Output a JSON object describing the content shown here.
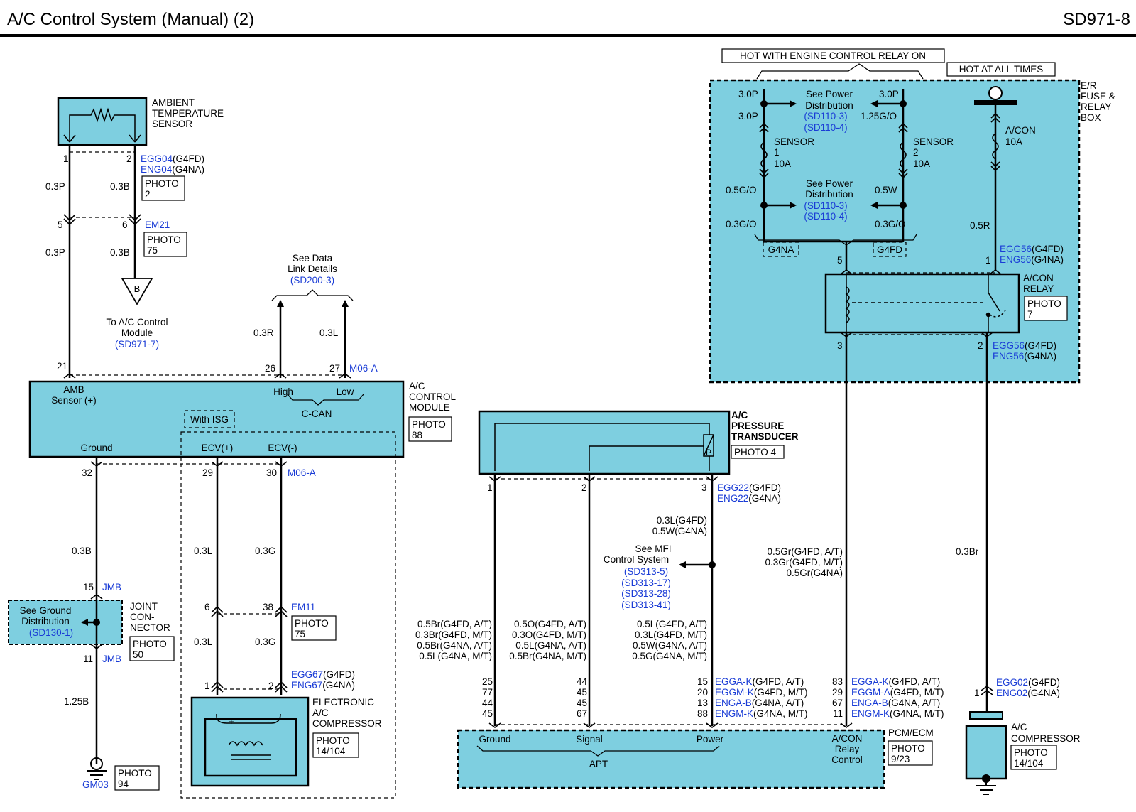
{
  "header": {
    "title": "A/C Control System (Manual)   (2)",
    "page_id": "SD971-8"
  },
  "colors": {
    "component_fill": "#7ecfe0",
    "link_blue": "#1a3cd6",
    "line": "#000000"
  },
  "amb_sensor": {
    "label_lines": [
      "AMBIENT",
      "TEMPERATURE",
      "SENSOR"
    ],
    "pin1": "1",
    "pin2": "2",
    "conn_code_1": "EGG04",
    "conn_variant_1": "(G4FD)",
    "conn_code_2": "ENG04",
    "conn_variant_2": "(G4NA)",
    "photo": [
      "PHOTO",
      "2"
    ],
    "wire1_top": "0.3P",
    "wire2_top": "0.3B",
    "pin5": "5",
    "pin6": "6",
    "conn_em21": "EM21",
    "photo_em21": [
      "PHOTO",
      "75"
    ],
    "wire1_bot": "0.3P",
    "wire2_bot": "0.3B"
  },
  "offpage_b": {
    "letter": "B",
    "text_lines": [
      "To A/C Control",
      "Module"
    ],
    "ref": "(SD971-7)"
  },
  "data_link": {
    "text_lines": [
      "See Data",
      "Link Details"
    ],
    "ref": "(SD200-3)",
    "wire_r": "0.3R",
    "wire_l": "0.3L",
    "pin26": "26",
    "pin27": "27",
    "conn": "M06-A"
  },
  "control_module": {
    "label_lines": [
      "A/C",
      "CONTROL",
      "MODULE"
    ],
    "photo": [
      "PHOTO",
      "88"
    ],
    "pin21": "21",
    "amb_label_lines": [
      "AMB",
      "Sensor (+)"
    ],
    "high": "High",
    "low": "Low",
    "ccan": "C-CAN",
    "with_isg": "With ISG",
    "ground": "Ground",
    "ecv_plus": "ECV(+)",
    "ecv_minus": "ECV(-)",
    "pin32": "32",
    "pin29": "29",
    "pin30": "30",
    "conn_bottom": "M06-A"
  },
  "ground_branch": {
    "wire1": "0.3B",
    "pin15": "15",
    "jmb1": "JMB",
    "see_lines": [
      "See Ground",
      "Distribution"
    ],
    "see_ref": "(SD130-1)",
    "joint_lines": [
      "JOINT",
      "CON-",
      "NECTOR"
    ],
    "photo": [
      "PHOTO",
      "50"
    ],
    "pin11": "11",
    "jmb2": "JMB",
    "wire2": "1.25B",
    "gm03": "GM03",
    "photo_gm": [
      "PHOTO",
      "94"
    ]
  },
  "ecv": {
    "wire_a": "0.3L",
    "wire_b": "0.3G",
    "pin6": "6",
    "pin38": "38",
    "em11": "EM11",
    "photo_em11": [
      "PHOTO",
      "75"
    ],
    "wire_c": "0.3L",
    "wire_d": "0.3G",
    "pin1": "1",
    "pin2": "2",
    "egg67": "EGG67",
    "egg67_var": "(G4FD)",
    "eng67": "ENG67",
    "eng67_var": "(G4NA)",
    "comp_lines": [
      "ELECTRONIC",
      "A/C",
      "COMPRESSOR"
    ],
    "photo": [
      "PHOTO",
      "14/104"
    ],
    "plus": "+",
    "minus": "-"
  },
  "transducer": {
    "label_lines": [
      "A/C",
      "PRESSURE",
      "TRANSDUCER"
    ],
    "photo": "PHOTO 4",
    "p": "P",
    "pin1": "1",
    "pin2": "2",
    "pin3": "3",
    "egg22": "EGG22",
    "egg22_var": "(G4FD)",
    "eng22": "ENG22",
    "eng22_var": "(G4NA)",
    "wire_p3": [
      "0.3L(G4FD)",
      "0.5W(G4NA)"
    ],
    "mfi_lines": [
      "See MFI",
      "Control System"
    ],
    "mfi_refs": [
      "(SD313-5)",
      "(SD313-17)",
      "(SD313-28)",
      "(SD313-41)"
    ],
    "wire_p1": [
      "0.5Br(G4FD, A/T)",
      "0.3Br(G4FD, M/T)",
      "0.5Br(G4NA, A/T)",
      "0.5L(G4NA, M/T)"
    ],
    "wire_p2": [
      "0.5O(G4FD, A/T)",
      "0.3O(G4FD, M/T)",
      "0.5L(G4NA, A/T)",
      "0.5Br(G4NA, M/T)"
    ],
    "wire_p3b": [
      "0.5L(G4FD, A/T)",
      "0.3L(G4FD, M/T)",
      "0.5W(G4NA, A/T)",
      "0.5G(G4NA, M/T)"
    ]
  },
  "pcm": {
    "pins_ground": [
      "25",
      "77",
      "44",
      "45"
    ],
    "pins_signal": [
      "44",
      "45",
      "45",
      "67"
    ],
    "pins_power": [
      "15",
      "20",
      "13",
      "88"
    ],
    "conn_power": [
      {
        "code": "EGGA-K",
        "var": "(G4FD, A/T)"
      },
      {
        "code": "EGGM-K",
        "var": "(G4FD, M/T)"
      },
      {
        "code": "ENGA-B",
        "var": "(G4NA, A/T)"
      },
      {
        "code": "ENGM-K",
        "var": "(G4NA, M/T)"
      }
    ],
    "pins_relay": [
      "83",
      "29",
      "67",
      "11"
    ],
    "conn_relay": [
      {
        "code": "EGGA-K",
        "var": "(G4FD, A/T)"
      },
      {
        "code": "EGGM-A",
        "var": "(G4FD, M/T)"
      },
      {
        "code": "ENGA-B",
        "var": "(G4NA, A/T)"
      },
      {
        "code": "ENGM-K",
        "var": "(G4NA, M/T)"
      }
    ],
    "ground": "Ground",
    "signal": "Signal",
    "power": "Power",
    "apt": "APT",
    "relay_lines": [
      "A/CON",
      "Relay",
      "Control"
    ],
    "label": "PCM/ECM",
    "photo": [
      "PHOTO",
      "9/23"
    ],
    "wire_relay": [
      "0.5Gr(G4FD, A/T)",
      "0.3Gr(G4FD, M/T)",
      "0.5Gr(G4NA)"
    ]
  },
  "fuse_box": {
    "hot_engine": "HOT WITH ENGINE CONTROL RELAY ON",
    "hot_all": "HOT AT ALL TIMES",
    "box_lines": [
      "E/R",
      "FUSE &",
      "RELAY",
      "BOX"
    ],
    "w30p_a": "3.0P",
    "w30p_b": "3.0P",
    "w30p_c": "3.0P",
    "w125go": "1.25G/O",
    "see_power_lines": [
      "See Power",
      "Distribution"
    ],
    "see_power_refs": [
      "(SD110-3)",
      "(SD110-4)"
    ],
    "sensor1": [
      "SENSOR",
      "1",
      "10A"
    ],
    "sensor2": [
      "SENSOR",
      "2",
      "10A"
    ],
    "w05go": "0.5G/O",
    "w05w": "0.5W",
    "w03go_a": "0.3G/O",
    "w03go_b": "0.3G/O",
    "g4na": "G4NA",
    "g4fd": "G4FD",
    "acon_fuse": [
      "A/CON",
      "10A"
    ],
    "w05r": "0.5R",
    "pin5": "5",
    "pin1": "1",
    "egg56": "EGG56",
    "egg56_var": "(G4FD)",
    "eng56": "ENG56",
    "eng56_var": "(G4NA)",
    "relay_lines": [
      "A/CON",
      "RELAY"
    ],
    "relay_photo": [
      "PHOTO",
      "7"
    ],
    "pin3": "3",
    "pin2": "2",
    "egg56b": "EGG56",
    "egg56b_var": "(G4FD)",
    "eng56b": "ENG56",
    "eng56b_var": "(G4NA)"
  },
  "ac_compressor": {
    "wire": "0.3Br",
    "pin1": "1",
    "egg02": "EGG02",
    "egg02_var": "(G4FD)",
    "eng02": "ENG02",
    "eng02_var": "(G4NA)",
    "label_lines": [
      "A/C",
      "COMPRESSOR"
    ],
    "photo": [
      "PHOTO",
      "14/104"
    ]
  }
}
